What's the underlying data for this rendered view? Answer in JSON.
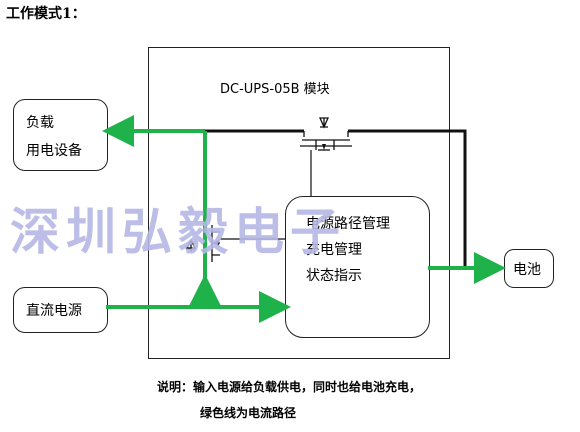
{
  "title": "工作模式1：",
  "module": {
    "title": "DC-UPS-05B 模块"
  },
  "blocks": {
    "load": {
      "line1": "负载",
      "line2": "用电设备"
    },
    "dc_input": {
      "label": "直流电源"
    },
    "battery": {
      "label": "电池"
    },
    "functions": [
      "电源路径管理",
      "充电管理",
      "状态指示"
    ]
  },
  "watermark": "深圳弘毅电子",
  "notes": {
    "line1": "说明：输入电源给负载供电，同时也给电池充电，",
    "line2": "绿色线为电流路径"
  },
  "colors": {
    "current_path": "#1fb24a",
    "wire": "#111111",
    "watermark": "#b5b8e6"
  }
}
